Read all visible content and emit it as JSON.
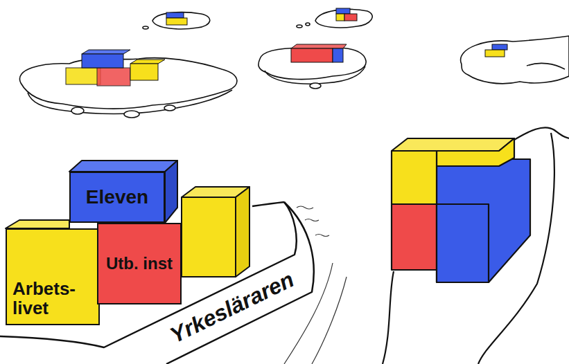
{
  "diagram": {
    "nodes": [
      {
        "text": [
          "Yrkesläraren"
        ]
      },
      {
        "text": [
          "Eleven"
        ],
        "in": 0
      },
      {
        "text": [
          "Arbets- livet"
        ],
        "in": 0
      },
      {
        "text": [
          "Utb. inst"
        ],
        "in": 0
      }
    ]
  }
}
